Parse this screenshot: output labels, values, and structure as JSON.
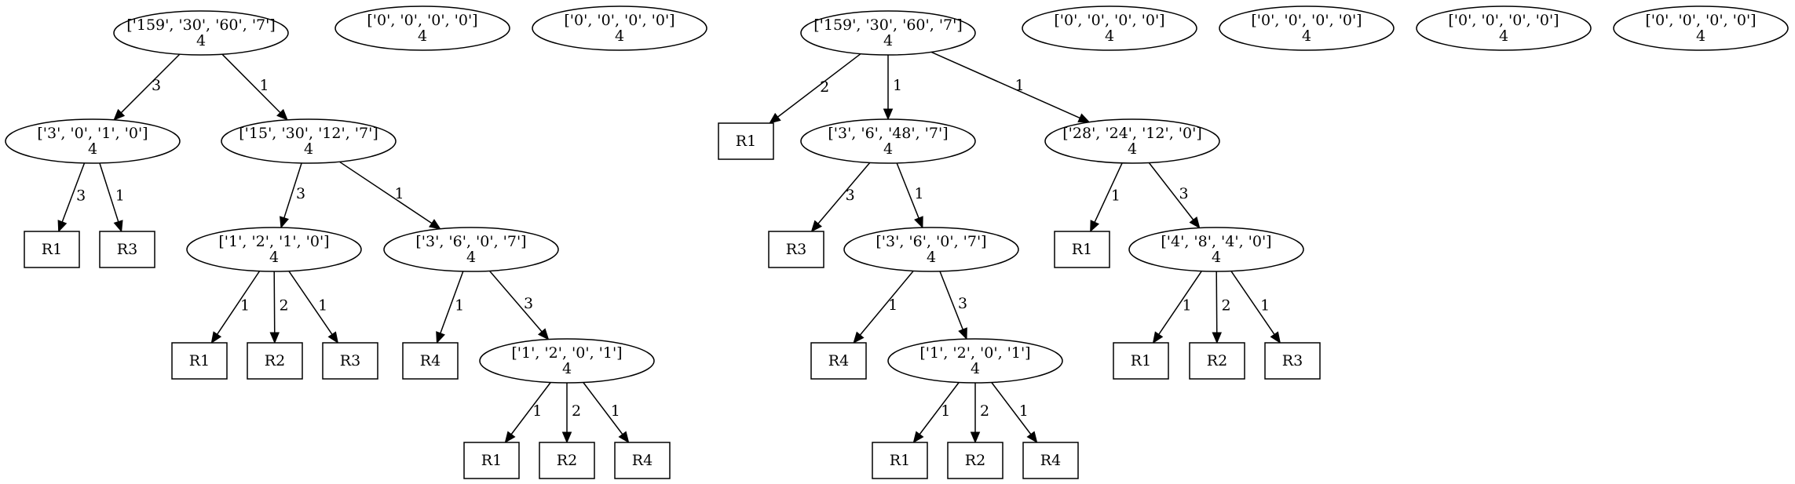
{
  "nodes": [
    {
      "id": "t1_root",
      "shape": "ellipse",
      "lines": [
        "['159', '30', '60', '7']",
        "4"
      ]
    },
    {
      "id": "t1_a",
      "shape": "ellipse",
      "lines": [
        "['3', '0', '1', '0']",
        "4"
      ]
    },
    {
      "id": "t1_b",
      "shape": "ellipse",
      "lines": [
        "['15', '30', '12', '7']",
        "4"
      ]
    },
    {
      "id": "t1_a_r1",
      "shape": "box",
      "lines": [
        "R1"
      ]
    },
    {
      "id": "t1_a_r3",
      "shape": "box",
      "lines": [
        "R3"
      ]
    },
    {
      "id": "t1_c",
      "shape": "ellipse",
      "lines": [
        "['1', '2', '1', '0']",
        "4"
      ]
    },
    {
      "id": "t1_d",
      "shape": "ellipse",
      "lines": [
        "['3', '6', '0', '7']",
        "4"
      ]
    },
    {
      "id": "t1_c_r1",
      "shape": "box",
      "lines": [
        "R1"
      ]
    },
    {
      "id": "t1_c_r2",
      "shape": "box",
      "lines": [
        "R2"
      ]
    },
    {
      "id": "t1_c_r3",
      "shape": "box",
      "lines": [
        "R3"
      ]
    },
    {
      "id": "t1_d_r4",
      "shape": "box",
      "lines": [
        "R4"
      ]
    },
    {
      "id": "t1_e",
      "shape": "ellipse",
      "lines": [
        "['1', '2', '0', '1']",
        "4"
      ]
    },
    {
      "id": "t1_e_r1",
      "shape": "box",
      "lines": [
        "R1"
      ]
    },
    {
      "id": "t1_e_r2",
      "shape": "box",
      "lines": [
        "R2"
      ]
    },
    {
      "id": "t1_e_r4",
      "shape": "box",
      "lines": [
        "R4"
      ]
    },
    {
      "id": "z1",
      "shape": "ellipse",
      "lines": [
        "['0', '0', '0', '0']",
        "4"
      ]
    },
    {
      "id": "z2",
      "shape": "ellipse",
      "lines": [
        "['0', '0', '0', '0']",
        "4"
      ]
    },
    {
      "id": "t2_root",
      "shape": "ellipse",
      "lines": [
        "['159', '30', '60', '7']",
        "4"
      ]
    },
    {
      "id": "t2_r1",
      "shape": "box",
      "lines": [
        "R1"
      ]
    },
    {
      "id": "t2_a",
      "shape": "ellipse",
      "lines": [
        "['3', '6', '48', '7']",
        "4"
      ]
    },
    {
      "id": "t2_b",
      "shape": "ellipse",
      "lines": [
        "['28', '24', '12', '0']",
        "4"
      ]
    },
    {
      "id": "t2_a_r3",
      "shape": "box",
      "lines": [
        "R3"
      ]
    },
    {
      "id": "t2_c",
      "shape": "ellipse",
      "lines": [
        "['3', '6', '0', '7']",
        "4"
      ]
    },
    {
      "id": "t2_b_r1",
      "shape": "box",
      "lines": [
        "R1"
      ]
    },
    {
      "id": "t2_d",
      "shape": "ellipse",
      "lines": [
        "['4', '8', '4', '0']",
        "4"
      ]
    },
    {
      "id": "t2_c_r4",
      "shape": "box",
      "lines": [
        "R4"
      ]
    },
    {
      "id": "t2_e",
      "shape": "ellipse",
      "lines": [
        "['1', '2', '0', '1']",
        "4"
      ]
    },
    {
      "id": "t2_d_r1",
      "shape": "box",
      "lines": [
        "R1"
      ]
    },
    {
      "id": "t2_d_r2",
      "shape": "box",
      "lines": [
        "R2"
      ]
    },
    {
      "id": "t2_d_r3",
      "shape": "box",
      "lines": [
        "R3"
      ]
    },
    {
      "id": "t2_e_r1",
      "shape": "box",
      "lines": [
        "R1"
      ]
    },
    {
      "id": "t2_e_r2",
      "shape": "box",
      "lines": [
        "R2"
      ]
    },
    {
      "id": "t2_e_r4",
      "shape": "box",
      "lines": [
        "R4"
      ]
    },
    {
      "id": "z3",
      "shape": "ellipse",
      "lines": [
        "['0', '0', '0', '0']",
        "4"
      ]
    },
    {
      "id": "z4",
      "shape": "ellipse",
      "lines": [
        "['0', '0', '0', '0']",
        "4"
      ]
    },
    {
      "id": "z5",
      "shape": "ellipse",
      "lines": [
        "['0', '0', '0', '0']",
        "4"
      ]
    },
    {
      "id": "z6",
      "shape": "ellipse",
      "lines": [
        "['0', '0', '0', '0']",
        "4"
      ]
    }
  ],
  "edges": [
    {
      "from": "t1_root",
      "to": "t1_a",
      "label": "3"
    },
    {
      "from": "t1_root",
      "to": "t1_b",
      "label": "1"
    },
    {
      "from": "t1_a",
      "to": "t1_a_r1",
      "label": "3"
    },
    {
      "from": "t1_a",
      "to": "t1_a_r3",
      "label": "1"
    },
    {
      "from": "t1_b",
      "to": "t1_c",
      "label": "3"
    },
    {
      "from": "t1_b",
      "to": "t1_d",
      "label": "1"
    },
    {
      "from": "t1_c",
      "to": "t1_c_r1",
      "label": "1"
    },
    {
      "from": "t1_c",
      "to": "t1_c_r2",
      "label": "2"
    },
    {
      "from": "t1_c",
      "to": "t1_c_r3",
      "label": "1"
    },
    {
      "from": "t1_d",
      "to": "t1_d_r4",
      "label": "1"
    },
    {
      "from": "t1_d",
      "to": "t1_e",
      "label": "3"
    },
    {
      "from": "t1_e",
      "to": "t1_e_r1",
      "label": "1"
    },
    {
      "from": "t1_e",
      "to": "t1_e_r2",
      "label": "2"
    },
    {
      "from": "t1_e",
      "to": "t1_e_r4",
      "label": "1"
    },
    {
      "from": "t2_root",
      "to": "t2_r1",
      "label": "2"
    },
    {
      "from": "t2_root",
      "to": "t2_a",
      "label": "1"
    },
    {
      "from": "t2_root",
      "to": "t2_b",
      "label": "1"
    },
    {
      "from": "t2_a",
      "to": "t2_a_r3",
      "label": "3"
    },
    {
      "from": "t2_a",
      "to": "t2_c",
      "label": "1"
    },
    {
      "from": "t2_b",
      "to": "t2_b_r1",
      "label": "1"
    },
    {
      "from": "t2_b",
      "to": "t2_d",
      "label": "3"
    },
    {
      "from": "t2_c",
      "to": "t2_c_r4",
      "label": "1"
    },
    {
      "from": "t2_c",
      "to": "t2_e",
      "label": "3"
    },
    {
      "from": "t2_d",
      "to": "t2_d_r1",
      "label": "1"
    },
    {
      "from": "t2_d",
      "to": "t2_d_r2",
      "label": "2"
    },
    {
      "from": "t2_d",
      "to": "t2_d_r3",
      "label": "1"
    },
    {
      "from": "t2_e",
      "to": "t2_e_r1",
      "label": "1"
    },
    {
      "from": "t2_e",
      "to": "t2_e_r2",
      "label": "2"
    },
    {
      "from": "t2_e",
      "to": "t2_e_r4",
      "label": "1"
    }
  ]
}
